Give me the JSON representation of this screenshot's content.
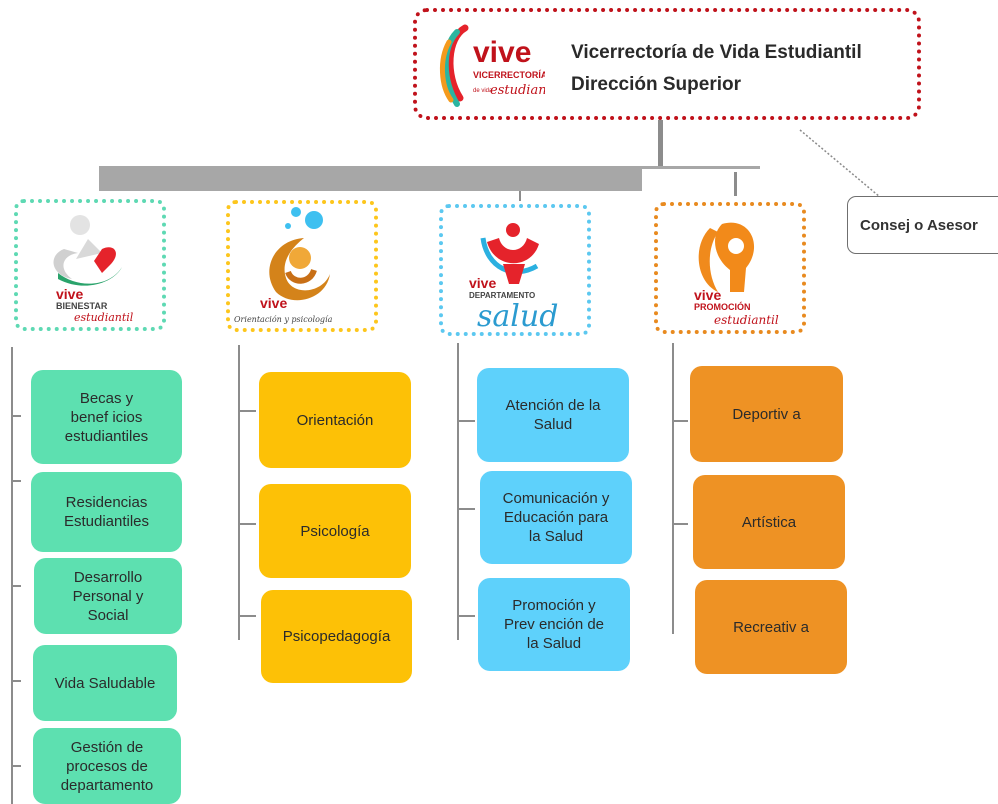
{
  "header": {
    "line1": "Vicerrectoría de Vida Estudiantil",
    "line2": "Dirección Superior",
    "logo": {
      "brand": "vive",
      "sub1": "VICERRECTORÍA",
      "sub2": "de vida",
      "sub3": "estudiantil"
    }
  },
  "advisory": {
    "label": "Consej o Asesor"
  },
  "departments": [
    {
      "logo": {
        "brand": "vive",
        "name": "BIENESTAR",
        "script": "estudiantil"
      },
      "color": "#5de0b0",
      "items": [
        "Becas y\nbenef icios\nestudiantiles",
        "Residencias\nEstudiantiles",
        "Desarrollo\nPersonal y\nSocial",
        "Vida Saludable",
        "Gestión de\nprocesos de\ndepartamento"
      ]
    },
    {
      "logo": {
        "brand": "vive",
        "name": "",
        "script": "Orientación y psicología"
      },
      "color": "#fdc106",
      "items": [
        "Orientación",
        "Psicología",
        "Psicopedagogía"
      ]
    },
    {
      "logo": {
        "brand": "vive",
        "name": "DEPARTAMENTO",
        "script": "salud"
      },
      "color": "#5ed1fb",
      "items": [
        "Atención de la\nSalud",
        "Comunicación y\nEducación para\nla Salud",
        "Promoción y\nPrev ención de\nla Salud"
      ]
    },
    {
      "logo": {
        "brand": "vive",
        "name": "PROMOCIÓN",
        "script": "estudiantil"
      },
      "color": "#ee9224",
      "items": [
        "Deportiv a",
        "Artística",
        "Recreativ a"
      ]
    }
  ]
}
